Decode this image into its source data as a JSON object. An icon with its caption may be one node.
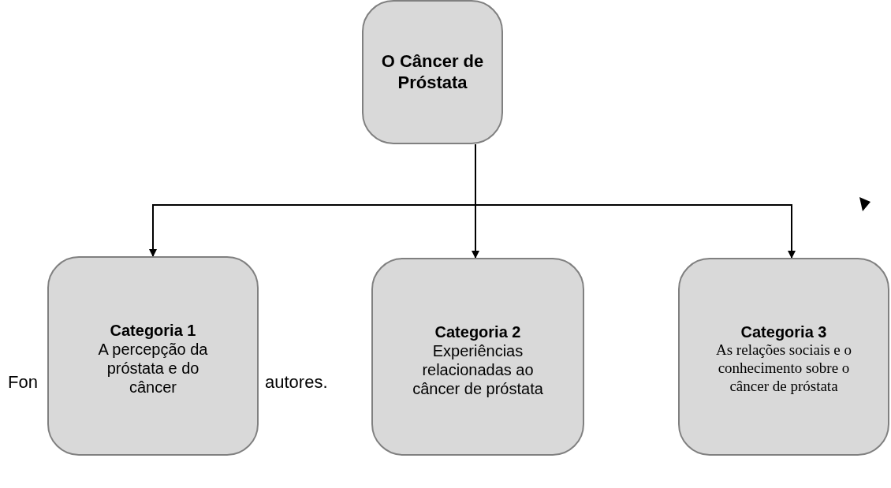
{
  "diagram": {
    "nodes": [
      {
        "text": [
          "O Câncer de Próstata"
        ]
      },
      {
        "text": [
          "Categoria 1",
          "A percepção da próstata e do câncer"
        ]
      },
      {
        "text": [
          "Categoria 2",
          "Experiências relacionadas ao câncer de próstata"
        ]
      },
      {
        "text": [
          "Categoria 3",
          "As relações sociais e o conhecimento sobre o câncer de próstata"
        ]
      }
    ],
    "edges": [
      {
        "from": 0,
        "to": 1,
        "arrow": "to"
      },
      {
        "from": 0,
        "to": 2,
        "arrow": "to"
      },
      {
        "from": 0,
        "to": 3,
        "arrow": "to"
      }
    ],
    "labels": [
      "Fon",
      "autores."
    ]
  }
}
